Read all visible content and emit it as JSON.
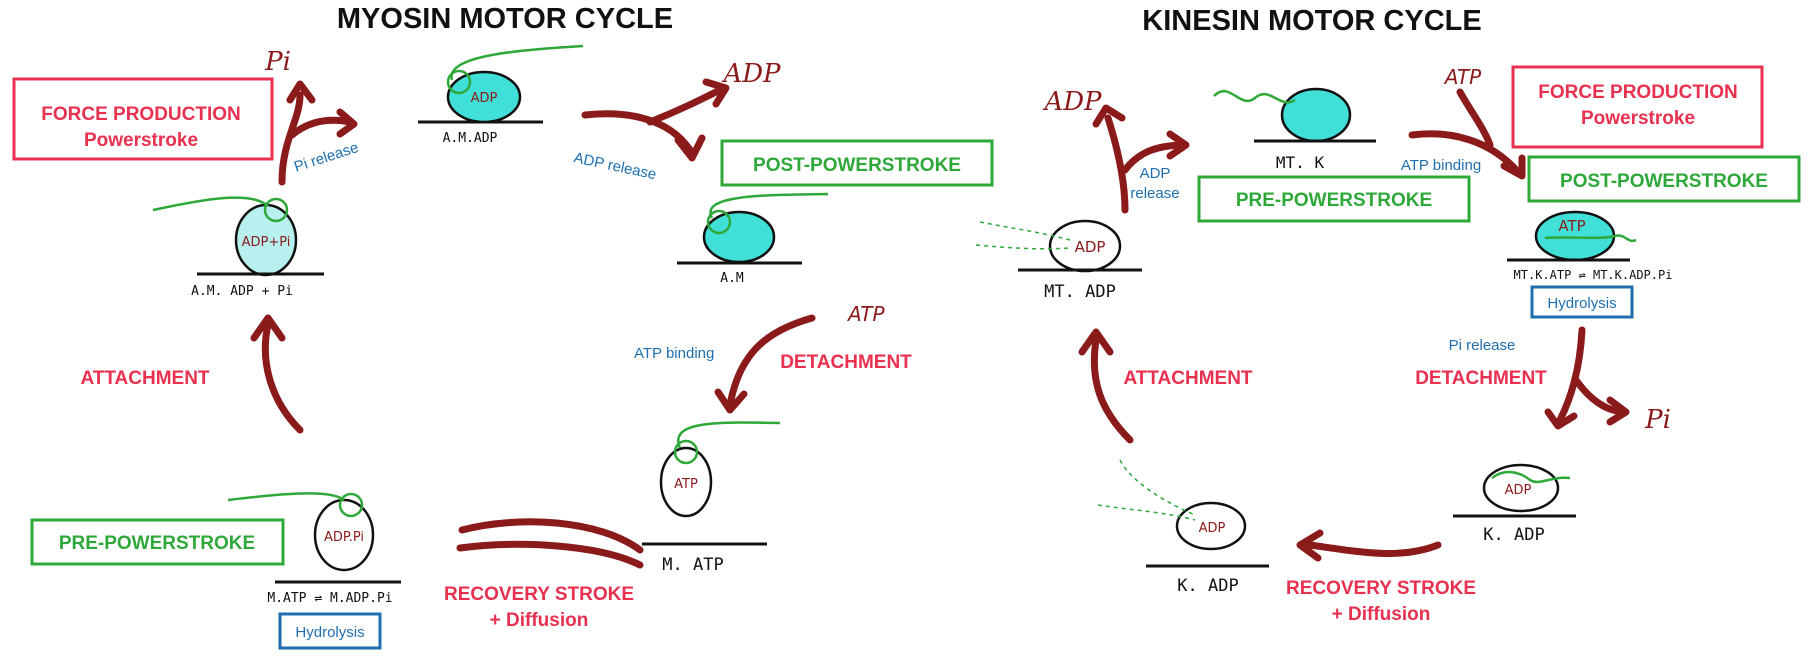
{
  "titles": {
    "myosin": "MYOSIN MOTOR CYCLE",
    "kinesin": "KINESIN MOTOR CYCLE"
  },
  "myosin": {
    "force_production": "FORCE PRODUCTION",
    "powerstroke": "Powerstroke",
    "pi_big": "Pi",
    "pi_release": "Pi release",
    "state_aadp": "A.M.ADP",
    "adp_big": "ADP",
    "adp_release": "ADP release",
    "post_powerstroke": "POST-POWERSTROKE",
    "state_am": "A.M",
    "atp_small": "ATP",
    "atp_binding": "ATP binding",
    "detachment": "DETACHMENT",
    "state_matp": "M. ATP",
    "attachment": "ATTACHMENT",
    "state_amadppi": "A.M. ADP + Pi",
    "pre_powerstroke": "PRE-POWERSTROKE",
    "state_matp_eq": "M.ATP ⇌ M.ADP.Pi",
    "hydrolysis": "Hydrolysis",
    "recovery_stroke": "RECOVERY STROKE",
    "diffusion": "+ Diffusion",
    "nuc_adp": "ADP",
    "nuc_adppi": "ADP+Pi",
    "nuc_adppi2": "ADP.Pi",
    "nuc_atp": "ATP"
  },
  "kinesin": {
    "adp_big": "ADP",
    "adp_release_1": "ADP",
    "adp_release_2": "release",
    "state_mtk": "MT. K",
    "atp_small": "ATP",
    "atp_binding": "ATP binding",
    "force_production": "FORCE PRODUCTION",
    "powerstroke": "Powerstroke",
    "pre_powerstroke": "PRE-POWERSTROKE",
    "post_powerstroke": "POST-POWERSTROKE",
    "state_mtadp": "MT. ADP",
    "state_mtkatp": "MT.K.ATP ⇌ MT.K.ADP.Pi",
    "hydrolysis": "Hydrolysis",
    "pi_release": "Pi release",
    "detachment": "DETACHMENT",
    "pi_big": "Pi",
    "attachment": "ATTACHMENT",
    "state_kadp_r": "K. ADP",
    "state_kadp_l": "K. ADP",
    "recovery_stroke": "RECOVERY STROKE",
    "diffusion": "+ Diffusion",
    "nuc_adp": "ADP",
    "nuc_atp": "ATP"
  },
  "colors": {
    "red": "#e8304f",
    "green": "#2fa83a",
    "blue": "#1f6fb0",
    "dark_red": "#8b1a1a",
    "cyan": "#40e0d8",
    "light_cyan": "#b8f0f0"
  }
}
